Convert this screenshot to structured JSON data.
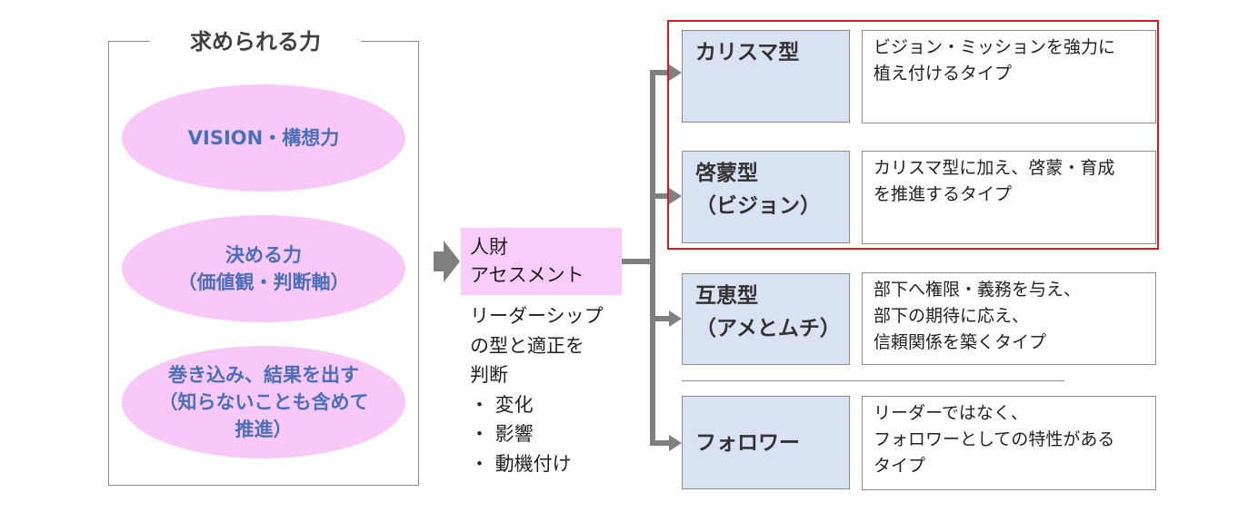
{
  "left_panel": {
    "title": "求められる力",
    "ellipses": [
      "VISION・構想力",
      "決める力\n（価値観・判断軸）",
      "巻き込み、結果を出す\n（知らないことも含めて\n推進）"
    ]
  },
  "center": {
    "box_label": "人財\nアセスメント",
    "note": "リーダーシップ\nの型と適正を\n判断\n・ 変化\n・ 影響\n・ 動機付け"
  },
  "types": [
    {
      "name": "カリスマ型",
      "desc": "ビジョン・ミッションを強力に\n植え付けるタイプ"
    },
    {
      "name": "啓蒙型\n（ビジョン）",
      "desc": "カリスマ型に加え、啓蒙・育成\nを推進するタイプ"
    },
    {
      "name": "互恵型\n（アメとムチ）",
      "desc": "部下へ権限・義務を与え、\n部下の期待に応え、\n信頼関係を築くタイプ"
    },
    {
      "name": "フォロワー",
      "desc": "リーダーではなく、\nフォロワーとしての特性がある\nタイプ"
    }
  ],
  "colors": {
    "ellipse_fill": "#f8c8f6",
    "ellipse_text": "#4a6fb8",
    "type_fill": "#d9e2f3",
    "highlight_border": "#e3141b",
    "arrow": "#7f7f7f"
  }
}
